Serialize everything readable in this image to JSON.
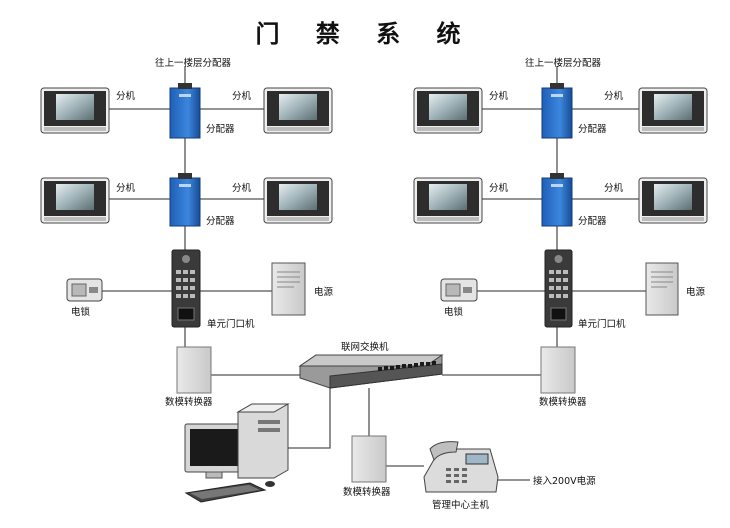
{
  "title": "门 禁 系 统",
  "labels": {
    "upper_floor_splitter": "往上一楼层分配器",
    "handset": "分机",
    "splitter": "分配器",
    "power": "电源",
    "electric_lock": "电锁",
    "unit_door_station": "单元门口机",
    "ad_converter": "数模转换器",
    "network_switch": "联网交换机",
    "management_host": "管理中心主机",
    "power_input": "接入200V电源"
  }
}
